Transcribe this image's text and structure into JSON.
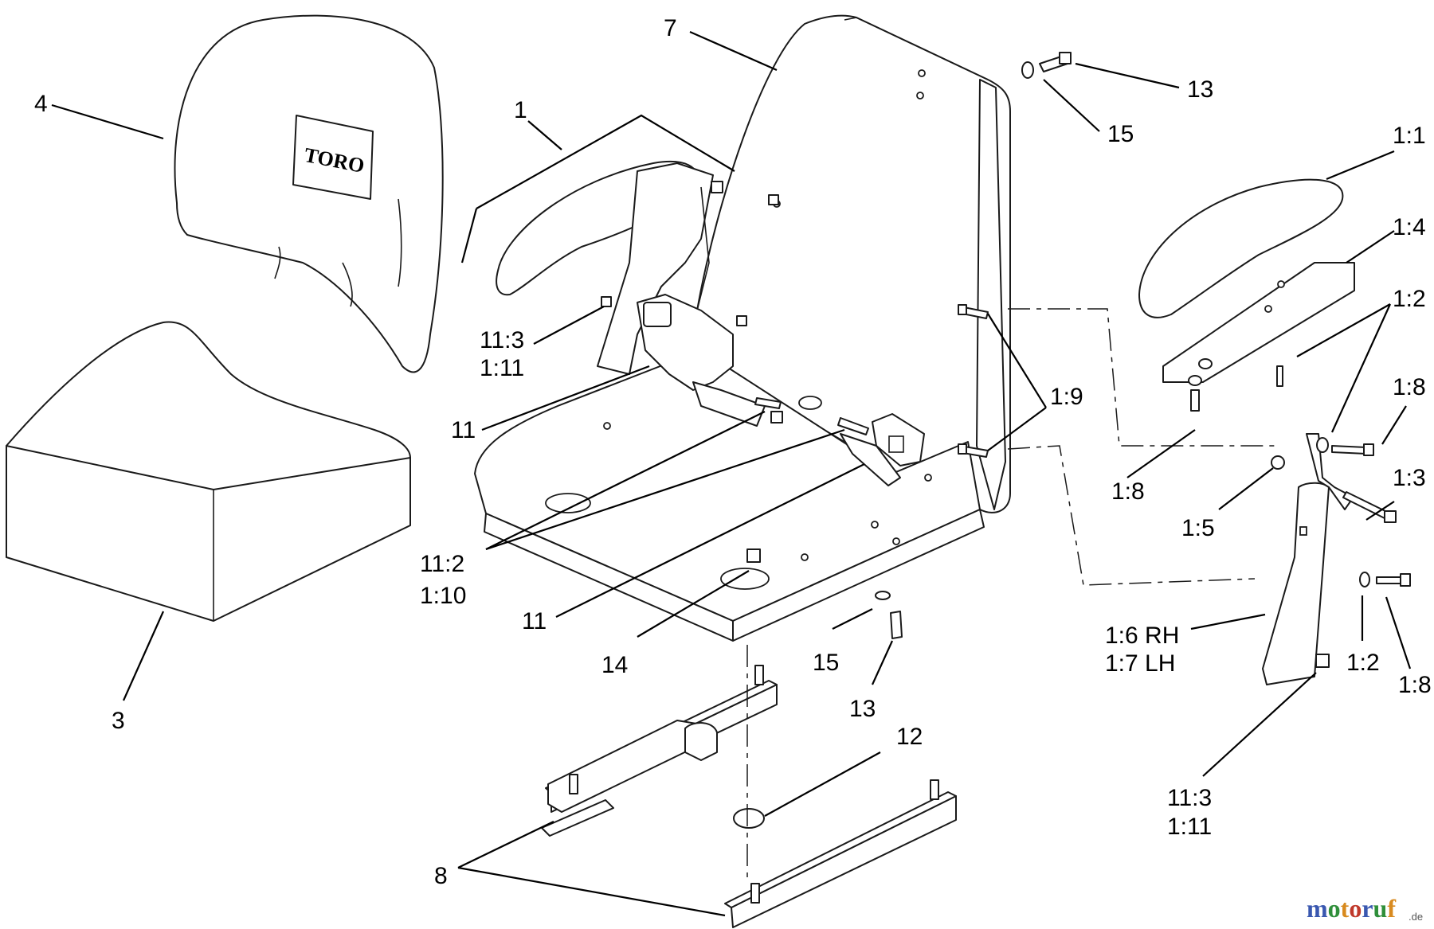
{
  "callouts": {
    "c4": "4",
    "c1": "1",
    "c7": "7",
    "c13_top": "13",
    "c15_top": "15",
    "c1_1": "1:1",
    "c1_4": "1:4",
    "c1_2_top": "1:2",
    "c1_8_top": "1:8",
    "c11_3_a": "11:3",
    "c1_11_a": "1:11",
    "c11_a": "11",
    "c1_9": "1:9",
    "c1_8_mid": "1:8",
    "c1_3": "1:3",
    "c1_5": "1:5",
    "c11_2": "11:2",
    "c1_10": "1:10",
    "c11_b": "11",
    "c14": "14",
    "c15_bot": "15",
    "c13_bot": "13",
    "c1_6": "1:6 RH",
    "c1_7": "1:7 LH",
    "c1_2_bot": "1:2",
    "c1_8_bot": "1:8",
    "c3": "3",
    "c12": "12",
    "c11_3_b": "11:3",
    "c1_11_b": "1:11",
    "c8": "8"
  },
  "seat_logo": "TORO",
  "watermark": {
    "text": "motoruf",
    "suffix": ".de",
    "colors": [
      "#3a58b0",
      "#2f8f3a",
      "#d88a1f",
      "#c0392b"
    ]
  }
}
